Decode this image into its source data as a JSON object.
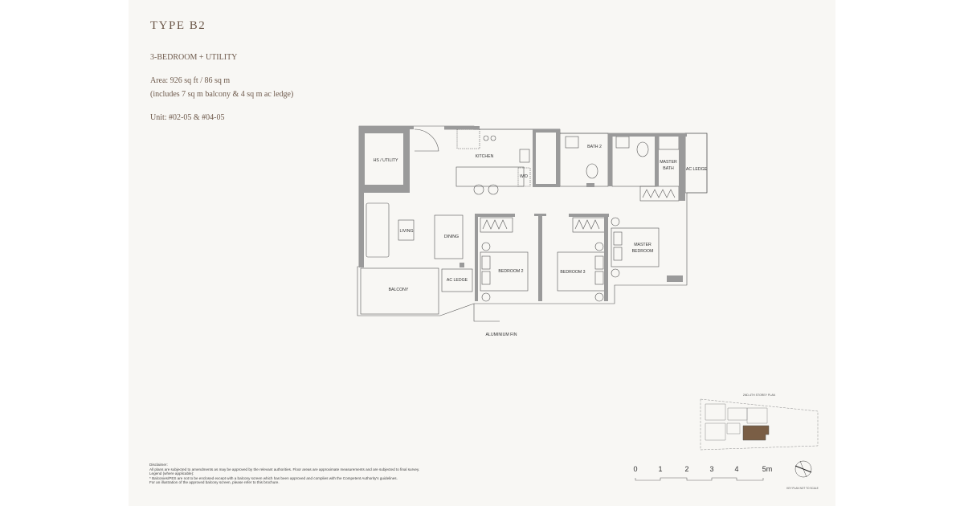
{
  "header": {
    "title": "TYPE  B2",
    "subtitle": "3-BEDROOM + UTILITY",
    "area": "Area: 926 sq ft / 86 sq m",
    "area_note": "(includes 7 sq m balcony & 4 sq m ac ledge)",
    "units": "Unit: #02-05 & #04-05"
  },
  "plan": {
    "rooms": {
      "hs_utility": "HS / UTILITY",
      "kitchen": "KITCHEN",
      "wd": "W/D",
      "bath2": "BATH 2",
      "master_bath_1": "MASTER",
      "master_bath_2": "BATH",
      "ac_ledge_top": "AC LEDGE",
      "living": "LIVING",
      "dining": "DINING",
      "bedroom2": "BEDROOM 2",
      "bedroom3": "BEDROOM 3",
      "master_bedroom_1": "MASTER",
      "master_bedroom_2": "BEDROOM",
      "balcony": "BALCONY",
      "ac_ledge_bottom": "AC LEDGE"
    },
    "annotation": "ALUMINIUM FIN",
    "wall_color": "#9a9a9a"
  },
  "scale_bar": {
    "ticks": [
      "0",
      "1",
      "2",
      "3",
      "4",
      "5m"
    ]
  },
  "key_plan": {
    "title": "2ND-4TH STOREY PLAN",
    "note": "KEY PLAN NOT TO SCALE",
    "highlight_color": "#7a5e45"
  },
  "disclaimer": {
    "heading": "Disclaimer:",
    "lines": [
      "All plans are subjected to amendments as may be approved by the relevant authorities. Floor areas are approximate measurements and are subjected to final survey.",
      "Legend (where applicable):",
      "* Balconies/PES are not to be enclosed except with a balcony screen which has been approved and complies with the Competent Authority's guidelines.",
      "For an illustration of the approved balcony screen, please refer to this brochure."
    ]
  }
}
